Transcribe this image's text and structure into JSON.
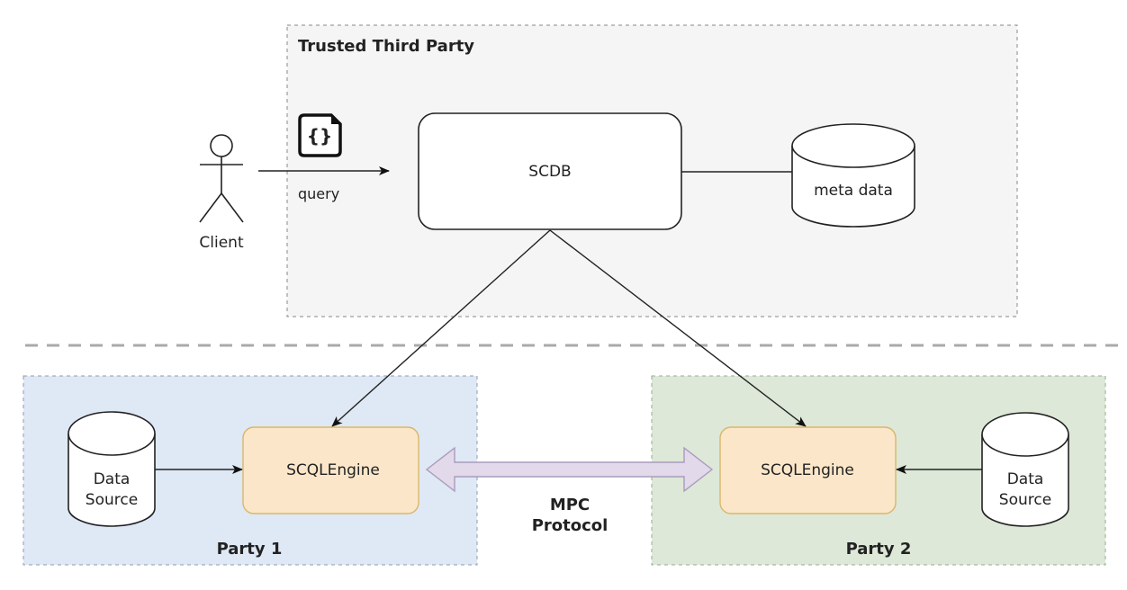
{
  "regions": {
    "trusted": {
      "label": "Trusted Third Party",
      "fill": "#f5f5f5",
      "stroke": "#888888"
    },
    "party1": {
      "label": "Party 1",
      "fill": "#dfe8f5",
      "stroke": "#8c9bb0"
    },
    "party2": {
      "label": "Party 2",
      "fill": "#dde8d8",
      "stroke": "#9aaa94"
    }
  },
  "nodes": {
    "client": {
      "label": "Client",
      "icon": "actor-icon"
    },
    "query_doc": {
      "icon": "json-file-icon",
      "glyph": "{}"
    },
    "query_edge": {
      "label": "query"
    },
    "scdb": {
      "label": "SCDB"
    },
    "metadata": {
      "label": "meta data"
    },
    "engine1": {
      "label": "SCQLEngine",
      "fill": "#fbe6c9",
      "stroke": "#d9b76a"
    },
    "engine2": {
      "label": "SCQLEngine",
      "fill": "#fbe6c9",
      "stroke": "#d9b76a"
    },
    "datasource1": {
      "line1": "Data",
      "line2": "Source"
    },
    "datasource2": {
      "line1": "Data",
      "line2": "Source"
    },
    "mpc": {
      "line1": "MPC",
      "line2": "Protocol",
      "fill": "#e2d9ea",
      "stroke": "#a99cbc"
    }
  }
}
